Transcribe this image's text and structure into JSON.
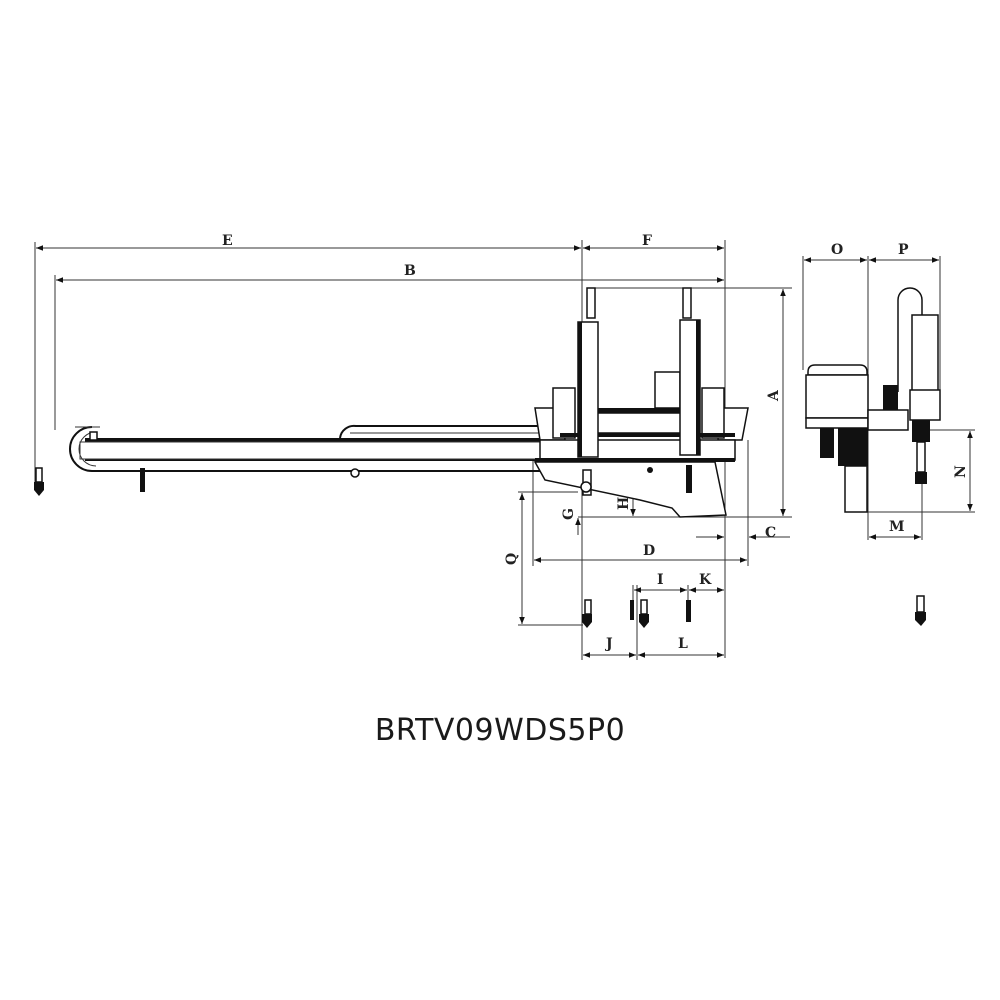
{
  "drawing": {
    "model_caption": "BRTV09WDS5P0",
    "dimension_labels": {
      "A": "A",
      "B": "B",
      "C": "C",
      "D": "D",
      "E": "E",
      "F": "F",
      "G": "G",
      "H": "H",
      "I": "I",
      "J": "J",
      "K": "K",
      "L": "L",
      "M": "M",
      "N": "N",
      "O": "O",
      "P": "P",
      "Q": "Q"
    },
    "line_color": "#111111",
    "background_color": "#ffffff"
  }
}
